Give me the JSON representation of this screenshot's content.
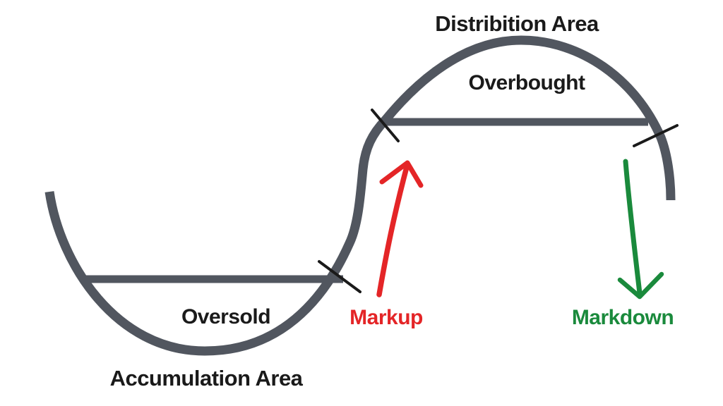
{
  "diagram": {
    "labels": {
      "distribution_area": "Distribition Area",
      "overbought": "Overbought",
      "oversold": "Oversold",
      "accumulation_area": "Accumulation Area",
      "markup": "Markup",
      "markdown": "Markdown"
    },
    "colors": {
      "curve": "#51565f",
      "tick": "#1a1a1a",
      "text": "#1a1a1a",
      "markup_arrow": "#e42527",
      "markdown_arrow": "#1a8a3c",
      "background": "#ffffff"
    }
  }
}
